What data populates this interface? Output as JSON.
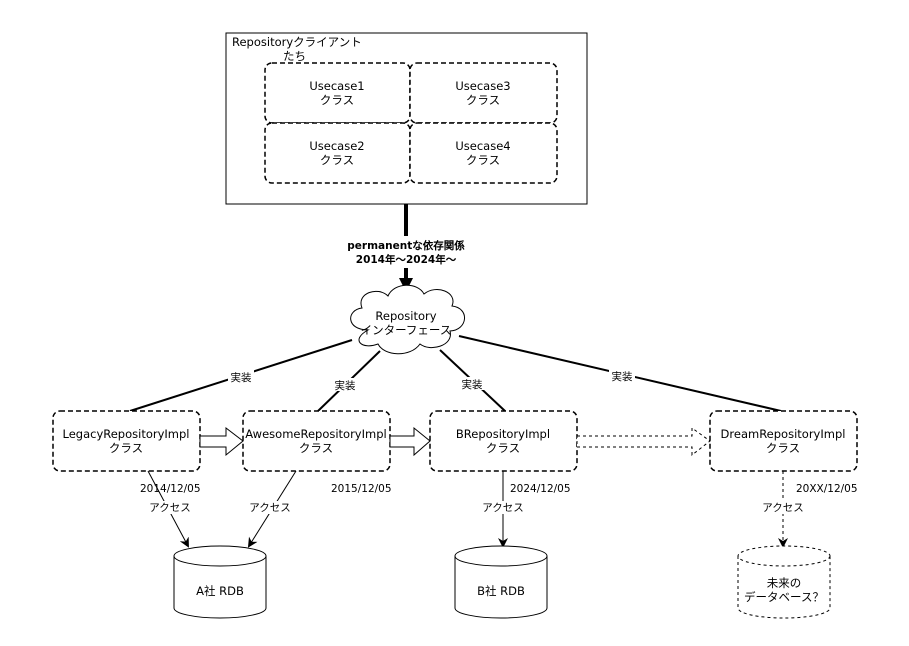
{
  "client": {
    "title_line1": "Repositoryクライアント",
    "title_line2": "たち",
    "usecases": [
      {
        "name": "Usecase1",
        "kind": "クラス"
      },
      {
        "name": "Usecase3",
        "kind": "クラス"
      },
      {
        "name": "Usecase2",
        "kind": "クラス"
      },
      {
        "name": "Usecase4",
        "kind": "クラス"
      }
    ]
  },
  "dependency": {
    "line1": "permanentな依存関係",
    "line2": "2014年〜2024年〜"
  },
  "interface": {
    "line1": "Repository",
    "line2": "インターフェース"
  },
  "implements_label": "実装",
  "implementations": [
    {
      "name": "LegacyRepositoryImpl",
      "kind": "クラス",
      "date": "2014/12/05"
    },
    {
      "name": "AwesomeRepositoryImpl",
      "kind": "クラス",
      "date": "2015/12/05"
    },
    {
      "name": "BRepositoryImpl",
      "kind": "クラス",
      "date": "2024/12/05"
    },
    {
      "name": "DreamRepositoryImpl",
      "kind": "クラス",
      "date": "20XX/12/05"
    }
  ],
  "access_label": "アクセス",
  "databases": [
    {
      "line1": "A社 RDB"
    },
    {
      "line1": "B社 RDB"
    },
    {
      "line1": "未来の",
      "line2": "データベース？"
    }
  ]
}
